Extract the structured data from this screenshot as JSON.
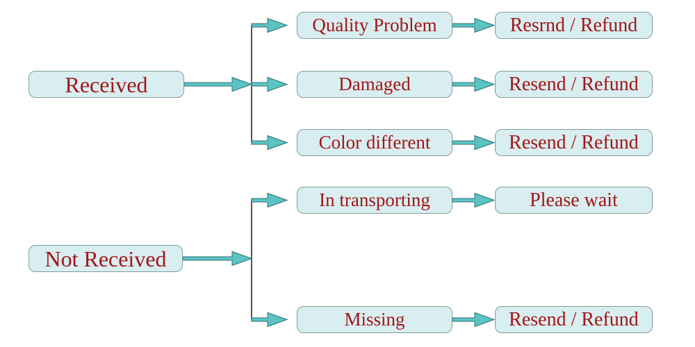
{
  "colors": {
    "background": "#ffffff",
    "node_fill": "#d9eef1",
    "node_border": "#7f9b9b",
    "node_text": "#a31515",
    "arrow_fill": "#5cc3c5",
    "arrow_stroke": "#2e6e6e",
    "branch_line": "#1c1c1c"
  },
  "flowchart": {
    "received": {
      "label": "Received",
      "branches": [
        {
          "condition": "Quality Problem",
          "outcome": "Resrnd / Refund"
        },
        {
          "condition": "Damaged",
          "outcome": "Resend / Refund"
        },
        {
          "condition": "Color different",
          "outcome": "Resend / Refund"
        }
      ]
    },
    "not_received": {
      "label": "Not Received",
      "branches": [
        {
          "condition": "In transporting",
          "outcome": "Please wait"
        },
        {
          "condition": "Missing",
          "outcome": "Resend / Refund"
        }
      ]
    }
  }
}
